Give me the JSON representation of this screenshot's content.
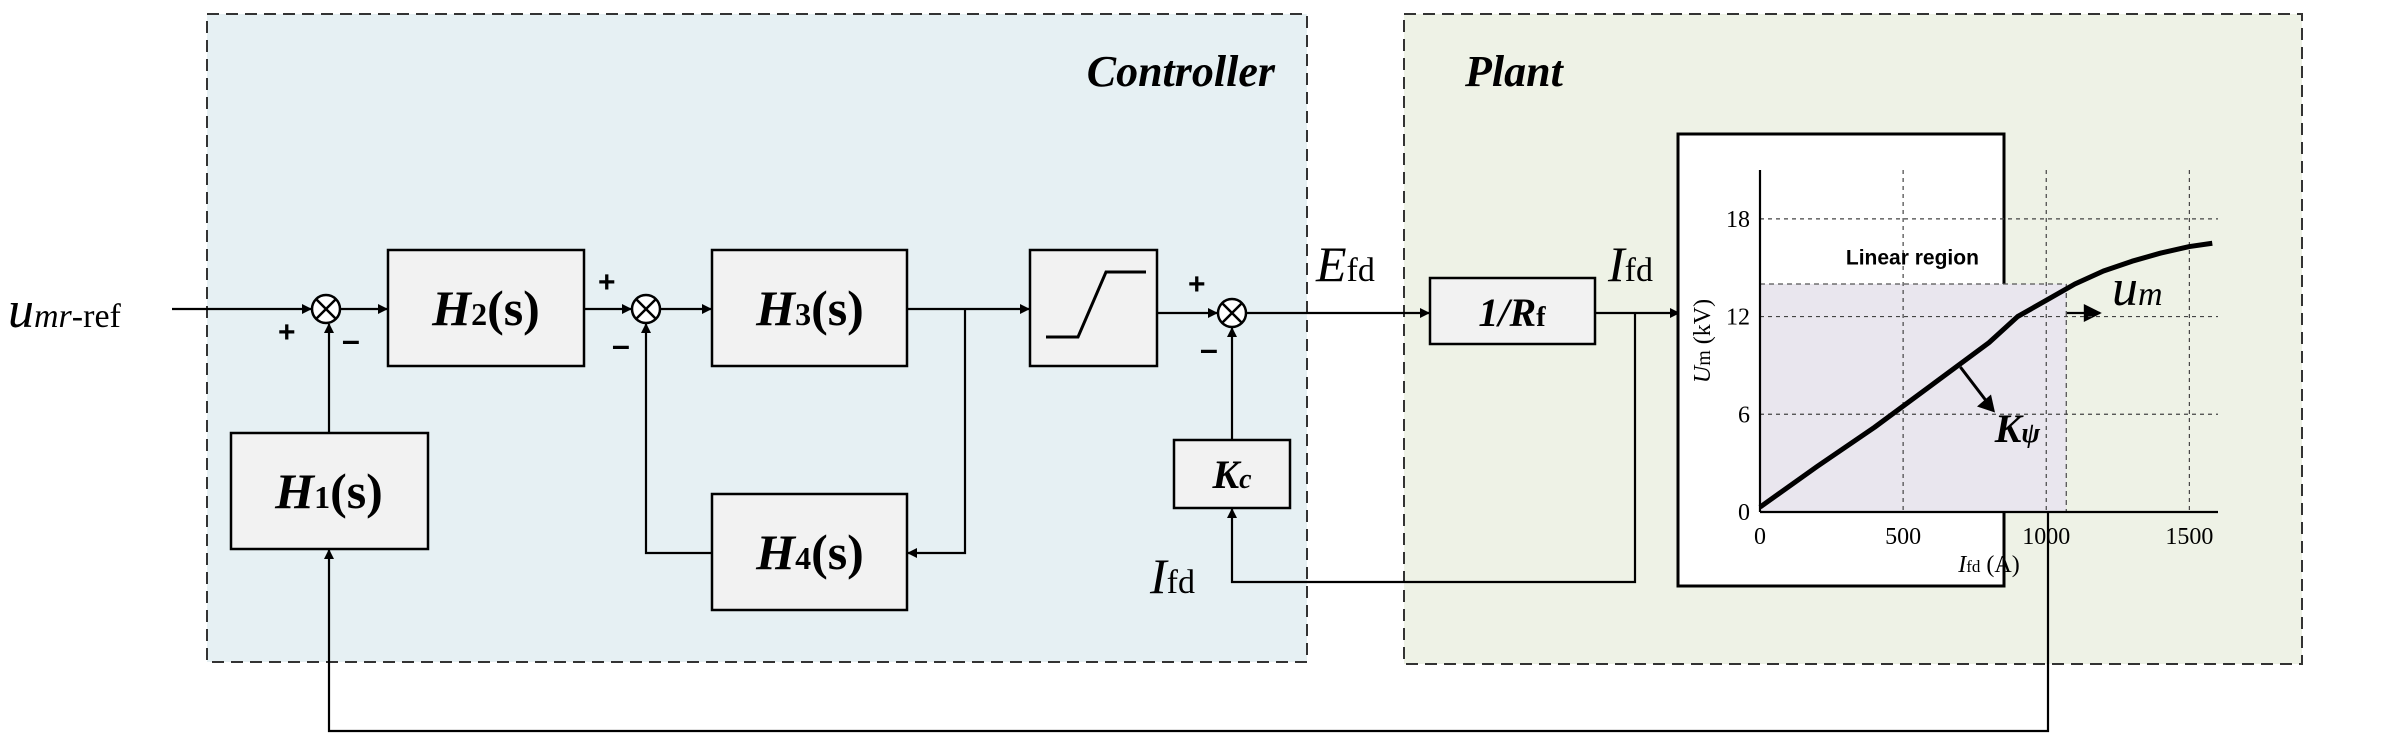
{
  "controller": {
    "title": "Controller",
    "bg": "#e6f0f3"
  },
  "plant": {
    "title": "Plant",
    "bg": "#eef2e6"
  },
  "blocks": {
    "h1": {
      "name": "H",
      "sub": "1",
      "suffix": "(s)"
    },
    "h2": {
      "name": "H",
      "sub": "2",
      "suffix": "(s)"
    },
    "h3": {
      "name": "H",
      "sub": "3",
      "suffix": "(s)"
    },
    "h4": {
      "name": "H",
      "sub": "4",
      "suffix": "(s)"
    },
    "kc": {
      "name": "K",
      "sub": "c"
    },
    "rf": {
      "prefix": "1/",
      "name": "R",
      "sub": "f"
    }
  },
  "signals": {
    "input": {
      "main": "u",
      "sub": "mr",
      "suffix": "-ref"
    },
    "efd": {
      "main": "E",
      "sub": "fd"
    },
    "ifd_out": {
      "main": "I",
      "sub": "fd"
    },
    "ifd_fb": {
      "main": "I",
      "sub": "fd"
    },
    "output": {
      "main": "u",
      "sub": "m"
    }
  },
  "signs": {
    "plus": "+",
    "minus": "–"
  },
  "chart_data": {
    "type": "line",
    "x": [
      0,
      200,
      400,
      600,
      800,
      900,
      1000,
      1100,
      1200,
      1300,
      1400,
      1500,
      1580
    ],
    "series": [
      {
        "values": [
          0.3,
          2.8,
          5.2,
          7.8,
          10.4,
          12.0,
          13.0,
          14.0,
          14.8,
          15.4,
          15.9,
          16.3,
          16.5
        ]
      }
    ],
    "xticks": [
      "0",
      "500",
      "1000",
      "1500"
    ],
    "yticks": [
      "0",
      "6",
      "12",
      "18"
    ],
    "xlabel": {
      "main": "I",
      "sub": "fd",
      "unit": " (A)"
    },
    "ylabel": {
      "main": "U",
      "sub": "m",
      "unit": " (kV)"
    },
    "xlim": [
      0,
      1600
    ],
    "ylim": [
      0,
      21
    ],
    "annotation": "Linear region",
    "slope_label": {
      "main": "K",
      "sub": "ψ"
    },
    "grid": true,
    "linear_region": {
      "xmax": 1070,
      "ymax": 14
    },
    "region_color": "#e9e6ee"
  }
}
